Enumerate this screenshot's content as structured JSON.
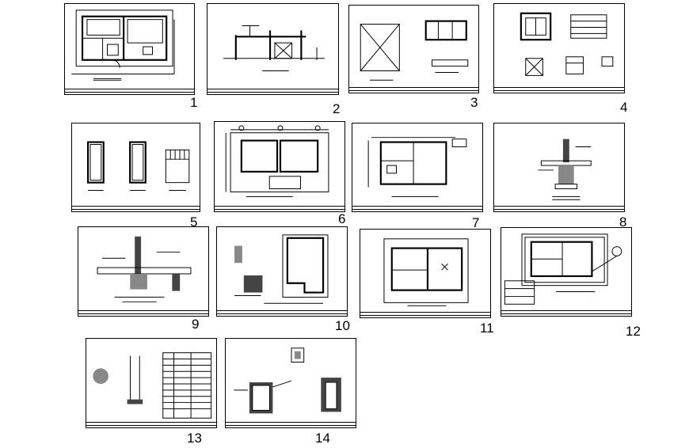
{
  "sheets": [
    {
      "number": "1"
    },
    {
      "number": "2"
    },
    {
      "number": "3"
    },
    {
      "number": "4"
    },
    {
      "number": "5"
    },
    {
      "number": "6"
    },
    {
      "number": "7"
    },
    {
      "number": "8"
    },
    {
      "number": "9"
    },
    {
      "number": "10"
    },
    {
      "number": "11"
    },
    {
      "number": "12"
    },
    {
      "number": "13"
    },
    {
      "number": "14"
    }
  ]
}
